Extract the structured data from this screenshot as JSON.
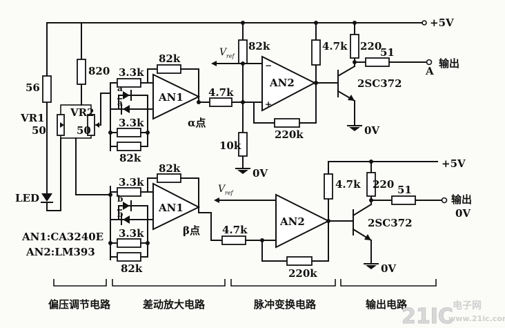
{
  "supply": {
    "top": "+5V",
    "mid": "+5V"
  },
  "ground": {
    "g1": "0V",
    "g2": "0V",
    "g3": "0V"
  },
  "resistors": {
    "r56": "56",
    "r820": "820",
    "vr1": "VR1",
    "vr1v": "50",
    "vr2": "VR2",
    "vr2v": "50",
    "a33a": "3.3k",
    "a82t": "82k",
    "a33b": "3.3k",
    "a82b": "82k",
    "a47": "4.7k",
    "a82k": "82k",
    "a10k": "10k",
    "a220k": "220k",
    "a47p": "4.7k",
    "a220": "220",
    "a51": "51",
    "b82t": "82k",
    "b33a": "3.3k",
    "b33b": "3.3k",
    "b82b": "82k",
    "b47": "4.7k",
    "b220k": "220k",
    "b47p": "4.7k",
    "b220": "220",
    "b51": "51"
  },
  "parts": {
    "an1a": "AN1",
    "an2a": "AN2",
    "an1b": "AN1",
    "an2b": "AN2",
    "q1": "2SC372",
    "q2": "2SC372",
    "led": "LED",
    "an1def": "AN1:CA3240E",
    "an2def": "AN2:LM393"
  },
  "nodes": {
    "alpha": "α点",
    "beta": "β点"
  },
  "diodes": {
    "a": "a",
    "abar": "a",
    "b": "b",
    "bbar": "b"
  },
  "vref": {
    "v1": "V",
    "v1sub": "ref",
    "v2": "V",
    "v2sub": "ref"
  },
  "outputs": {
    "o1": "输出",
    "o1tag": "A",
    "o2": "输出",
    "o2tag": "0V"
  },
  "sections": {
    "s1": "偏压调节电路",
    "s2": "差动放大电路",
    "s3": "脉冲变换电路",
    "s4": "输出电路"
  },
  "watermark": {
    "logo": "21IC",
    "site": "电子网",
    "url": "www.21ic.com"
  }
}
